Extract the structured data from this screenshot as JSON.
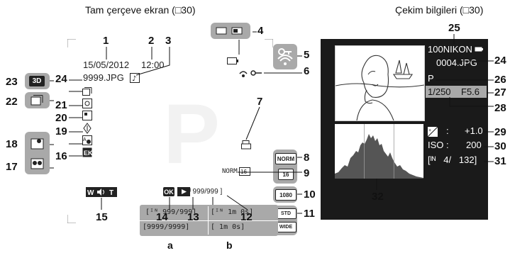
{
  "titles": {
    "left": "Tam çerçeve ekran (□30)",
    "right": "Çekim bilgileri (□30)"
  },
  "left_screen": {
    "date": "15/05/2012",
    "time": "12:00",
    "filename": "9999.JPG",
    "file_counter_small": "999/999",
    "mode_badge": "3D",
    "ok_label": "OK",
    "movie_quality": "NORM",
    "hd_label": "1080",
    "wide_label": "WIDE",
    "std_label": "STD"
  },
  "sub_table": {
    "cells": [
      [
        "999/999",
        "1m 0s"
      ],
      [
        "9999/9999",
        "1m 0s"
      ]
    ],
    "labels": [
      "a",
      "b"
    ]
  },
  "right_screen": {
    "folder": "100NIKON",
    "filename": "0004.JPG",
    "mode": "P",
    "shutter": "1/250",
    "aperture": "F5.6",
    "exposure_comp": "+1.0",
    "iso_label": "ISO",
    "iso_value": "200",
    "frame_counter": "4/   132"
  },
  "callouts": {
    "n1": "1",
    "n2": "2",
    "n3": "3",
    "n4": "4",
    "n5": "5",
    "n6": "6",
    "n7": "7",
    "n8": "8",
    "n9": "9",
    "n10": "10",
    "n11": "11",
    "n12": "12",
    "n13": "13",
    "n14": "14",
    "n15": "15",
    "n16": "16",
    "n17": "17",
    "n18": "18",
    "n19": "19",
    "n20": "20",
    "n21": "21",
    "n22": "22",
    "n23": "23",
    "n24": "24",
    "n25": "25",
    "n26": "26",
    "n27": "27",
    "n28": "28",
    "n29": "29",
    "n30": "30",
    "n31": "31",
    "n32": "32",
    "n24b": "24"
  },
  "colors": {
    "panel_bg": "#1a1a1a",
    "gray_box": "#a9a9a9"
  }
}
